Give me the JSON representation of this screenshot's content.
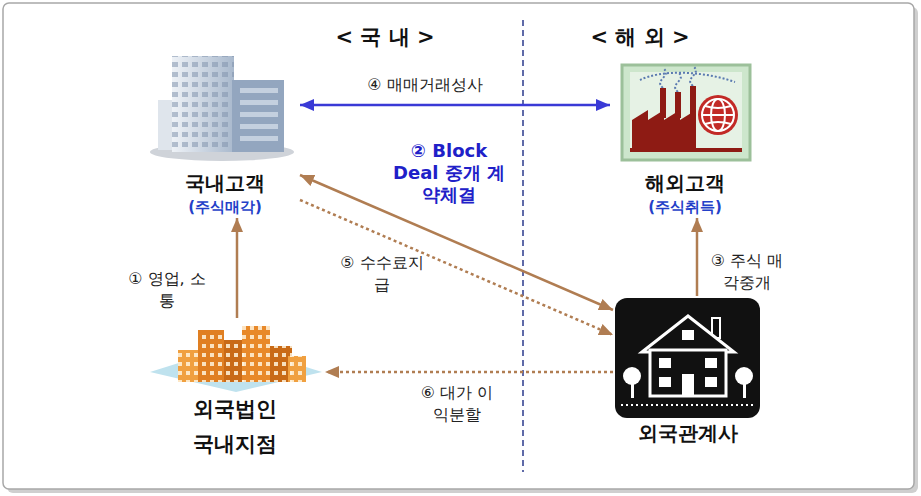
{
  "diagram": {
    "nodes": [
      {
        "text": [
          "국내고객",
          "(주식매각)"
        ]
      },
      {
        "text": [
          "해외고객",
          "(주식취득)"
        ]
      },
      {
        "text": [
          "외국법인 국내지점"
        ]
      },
      {
        "text": [
          "외국관계사"
        ]
      }
    ],
    "edges": [
      {
        "from": 2,
        "to": 0,
        "label": "① 영업, 소통",
        "arrow": "to"
      },
      {
        "from": 0,
        "to": 3,
        "label": "② Block Deal 중개 계약체결",
        "arrow": "both"
      },
      {
        "from": 3,
        "to": 1,
        "label": "③ 주식 매각중개",
        "arrow": "to"
      },
      {
        "from": 0,
        "to": 1,
        "label": "④ 매매거래성사",
        "arrow": "both"
      },
      {
        "from": 0,
        "to": 3,
        "label": "⑤ 수수료지급",
        "arrow": "to"
      },
      {
        "from": 3,
        "to": 2,
        "label": "⑥ 대가 이익분할",
        "arrow": "to"
      }
    ],
    "labels": [
      "< 국 내 >",
      "< 해 외 >"
    ]
  }
}
